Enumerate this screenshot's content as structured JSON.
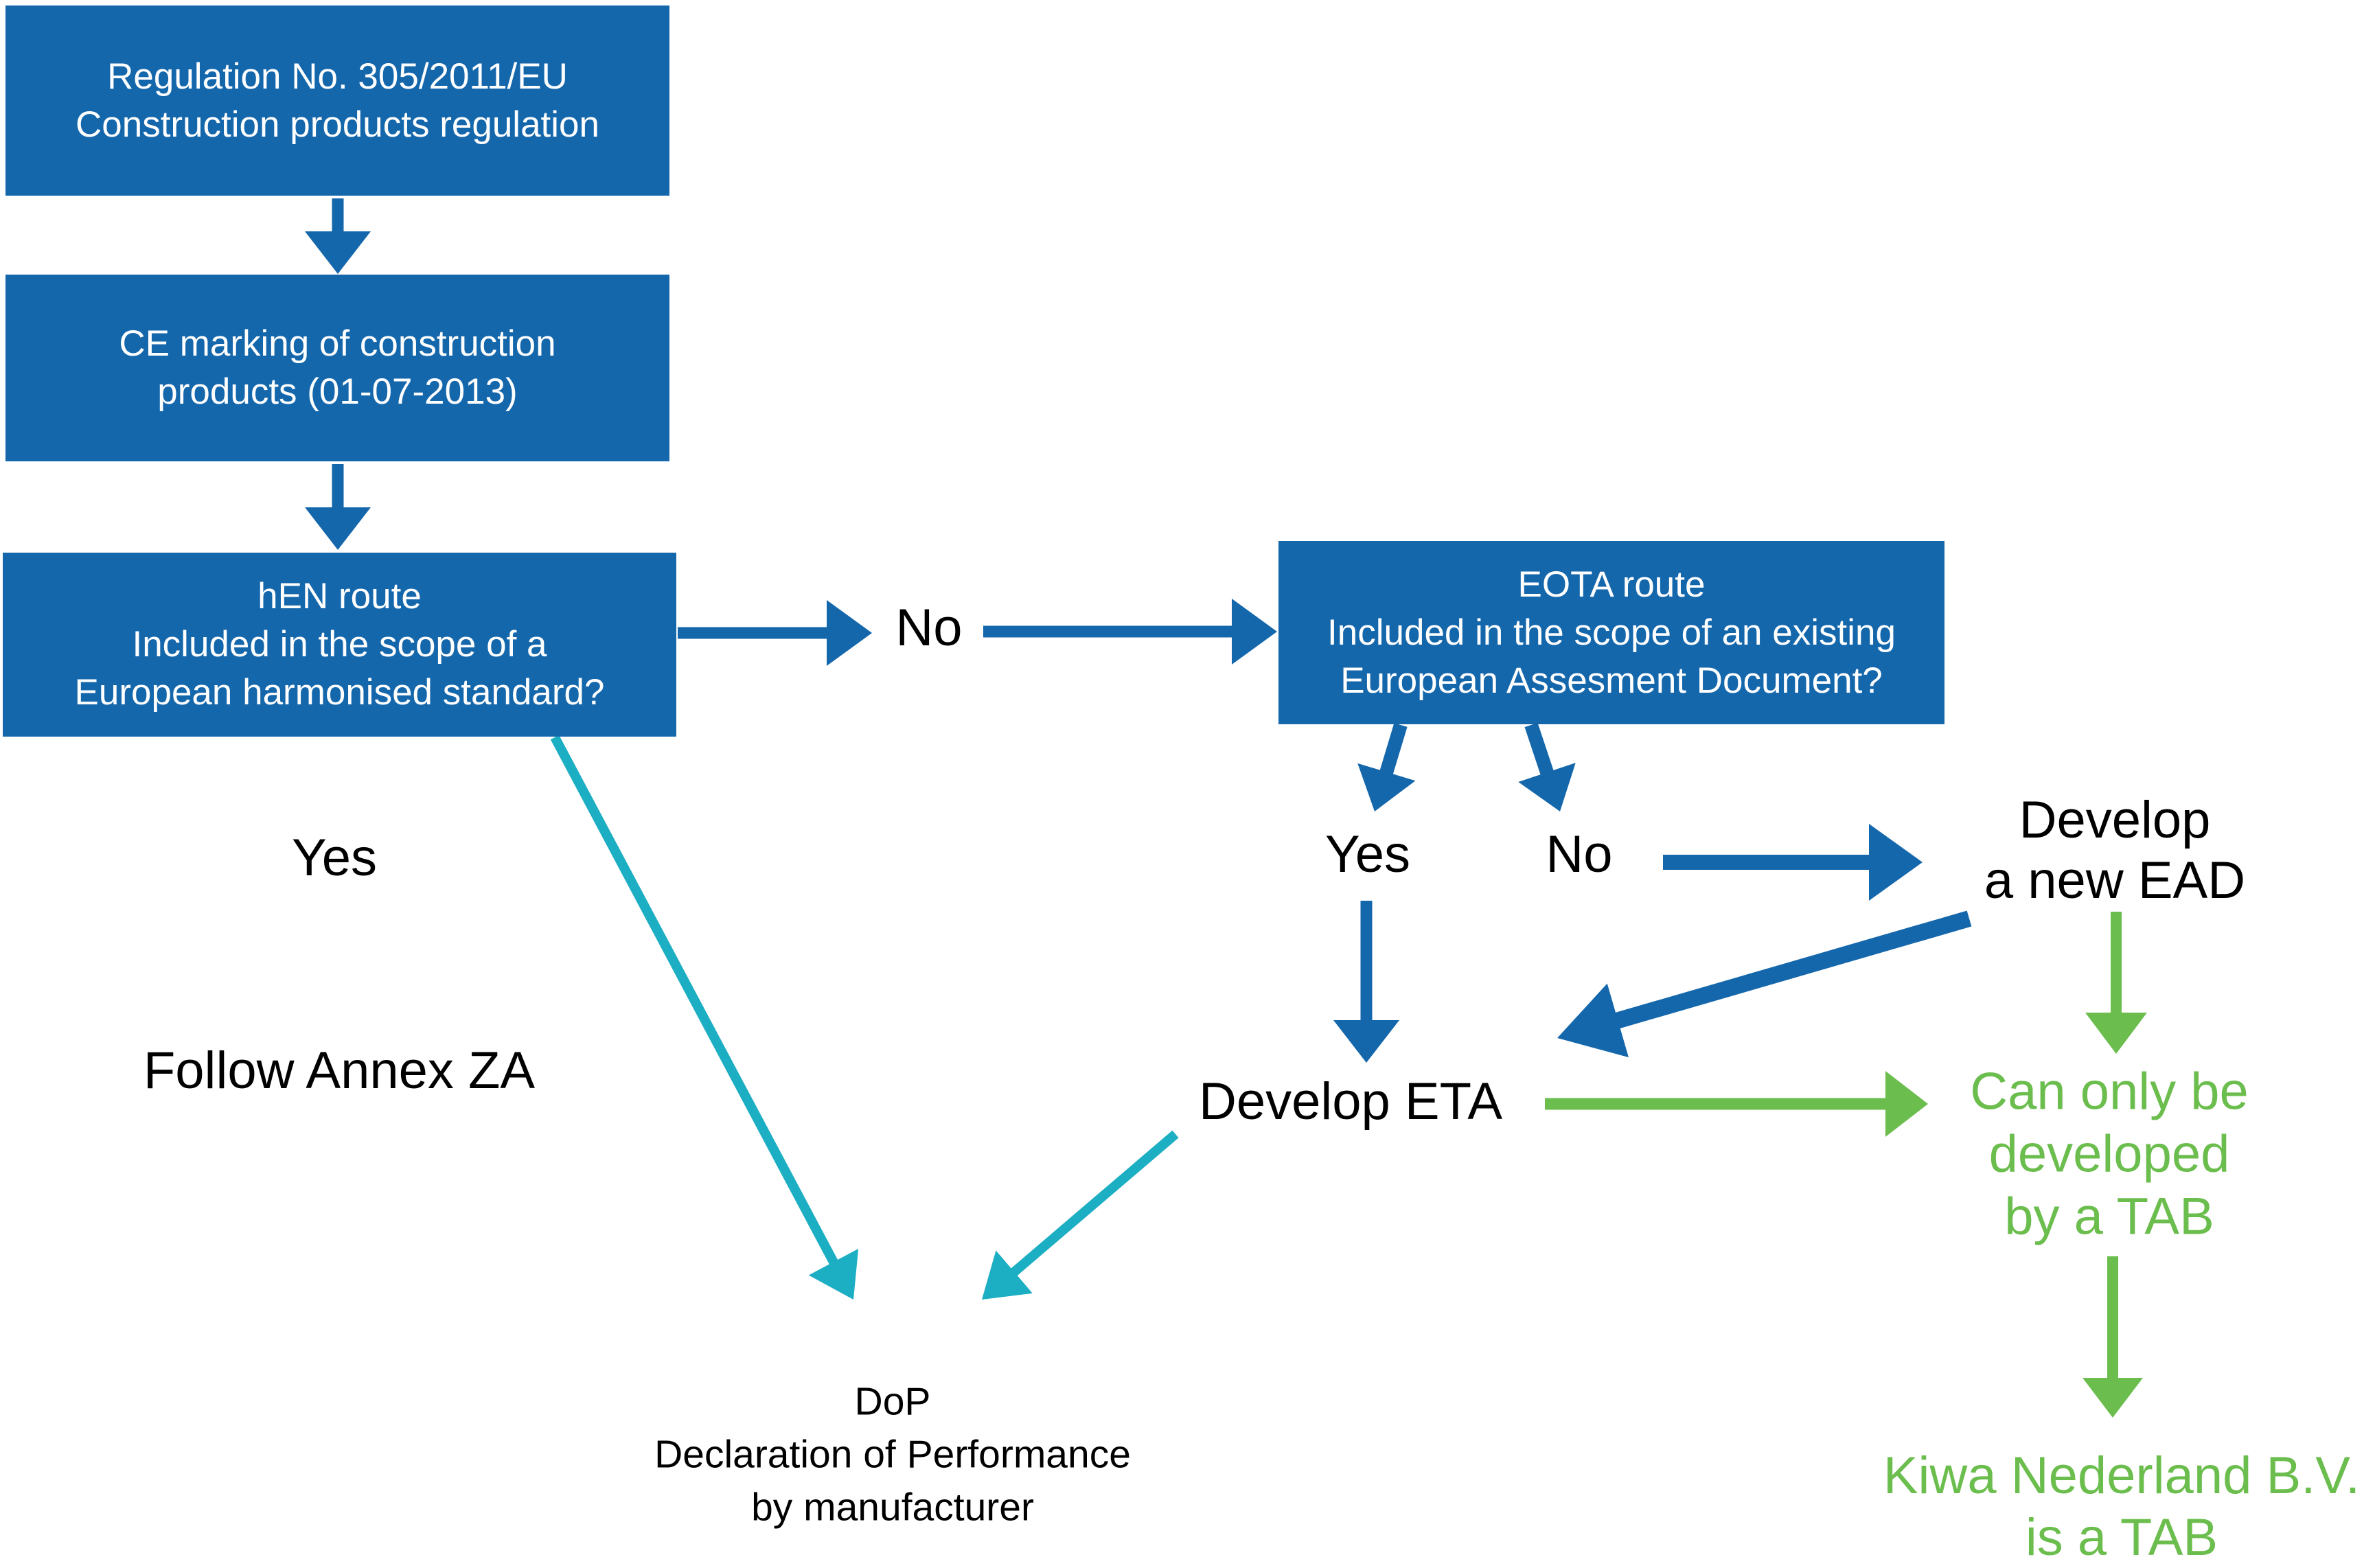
{
  "colors": {
    "background": "#FFFFFF",
    "blue": "#1567AC",
    "teal": "#1CAEC2",
    "green": "#6BBE4D",
    "label_black": "#000000",
    "box_text": "#FFFFFF"
  },
  "boxes": {
    "regulation": {
      "lines": [
        "Regulation No. 305/2011/EU",
        "Construction products regulation"
      ]
    },
    "ce_marking": {
      "lines": [
        "CE marking of construction",
        "products (01-07-2013)"
      ]
    },
    "hen_route": {
      "lines": [
        "hEN route",
        "Included in the scope of a",
        "European harmonised standard?"
      ]
    },
    "eota_route": {
      "lines": [
        "EOTA route",
        "Included in the scope of an existing",
        "European Assesment Document?"
      ]
    }
  },
  "labels": {
    "hen_yes": "Yes",
    "follow_annex": "Follow Annex ZA",
    "hen_no": "No",
    "eota_yes": "Yes",
    "eota_no": "No",
    "develop_ead": {
      "lines": [
        "Develop",
        "a new EAD"
      ]
    },
    "develop_eta": "Develop ETA",
    "dop": {
      "lines": [
        "DoP",
        "Declaration of Performance",
        "by manufacturer"
      ]
    },
    "tab_only": {
      "lines": [
        "Can only be",
        "developed",
        "by a TAB"
      ]
    },
    "kiwa": {
      "lines": [
        "Kiwa Nederland B.V.",
        "is a TAB"
      ]
    }
  },
  "arrows": [
    {
      "name": "arrow-reg-to-ce",
      "color": "blue"
    },
    {
      "name": "arrow-ce-to-hen",
      "color": "blue"
    },
    {
      "name": "arrow-hen-to-no",
      "color": "blue"
    },
    {
      "name": "arrow-no-to-eota",
      "color": "blue"
    },
    {
      "name": "arrow-eota-yes",
      "color": "blue"
    },
    {
      "name": "arrow-eota-no",
      "color": "blue"
    },
    {
      "name": "arrow-yes-to-eta",
      "color": "blue"
    },
    {
      "name": "arrow-no-to-ead",
      "color": "blue"
    },
    {
      "name": "arrow-ead-to-eta",
      "color": "blue"
    },
    {
      "name": "arrow-ead-down",
      "color": "green"
    },
    {
      "name": "arrow-eta-to-tab",
      "color": "green"
    },
    {
      "name": "arrow-tab-to-kiwa",
      "color": "green"
    },
    {
      "name": "arrow-hen-to-dop",
      "color": "teal"
    },
    {
      "name": "arrow-eta-to-dop",
      "color": "teal"
    }
  ]
}
